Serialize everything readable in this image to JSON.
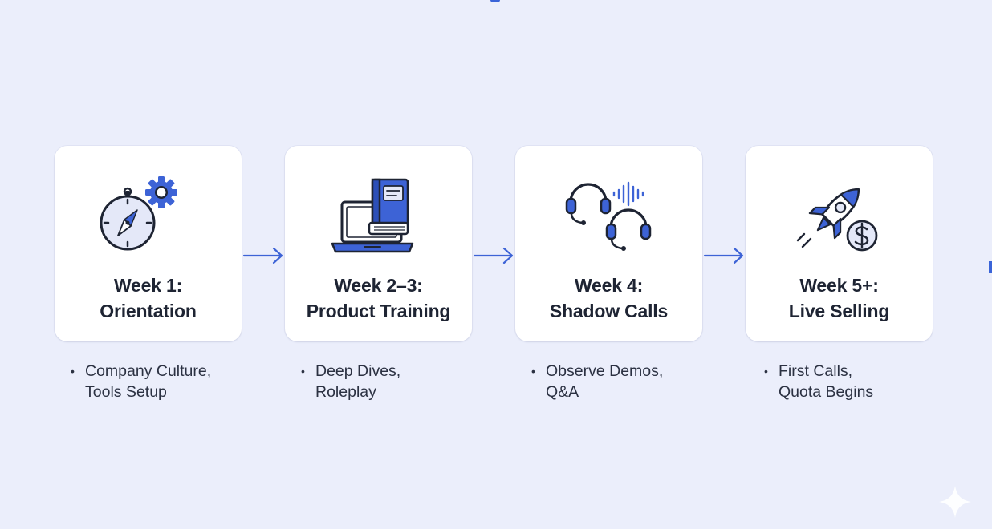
{
  "colors": {
    "background": "#EBEEFB",
    "card": "#FFFFFF",
    "accent_blue": "#3D63D6",
    "ink": "#1E2433",
    "light_icon_fill": "#E4E8F8"
  },
  "stages": [
    {
      "icon": "compass-gear-icon",
      "title_line1": "Week 1:",
      "title_line2": "Orientation",
      "detail_line1": "Company Culture,",
      "detail_line2": "Tools Setup"
    },
    {
      "icon": "laptop-book-icon",
      "title_line1": "Week 2–3:",
      "title_line2": "Product Training",
      "detail_line1": "Deep Dives,",
      "detail_line2": "Roleplay"
    },
    {
      "icon": "headsets-soundwave-icon",
      "title_line1": "Week 4:",
      "title_line2": "Shadow Calls",
      "detail_line1": "Observe Demos,",
      "detail_line2": "Q&A"
    },
    {
      "icon": "rocket-dollar-icon",
      "title_line1": "Week 5+:",
      "title_line2": "Live Selling",
      "detail_line1": "First Calls,",
      "detail_line2": "Quota Begins"
    }
  ],
  "bullet_glyph": "•",
  "connector": "arrow-right-icon",
  "corner_mark": "sparkle-icon"
}
